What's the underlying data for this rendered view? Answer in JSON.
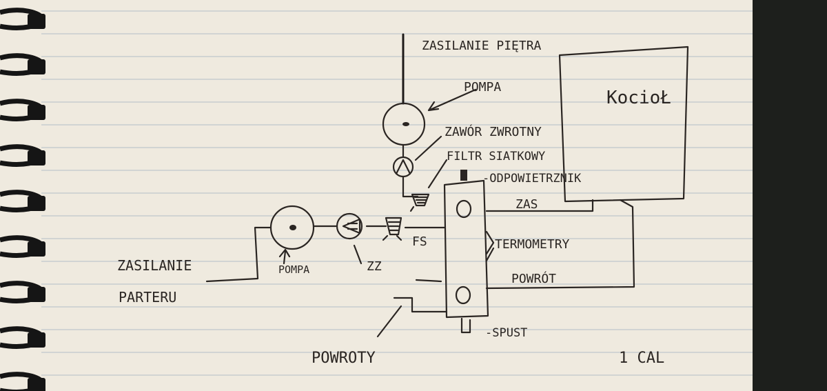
{
  "colors": {
    "paper": "#efeadf",
    "rule_line": "#bfc6cc",
    "ink": "#2a2522",
    "background": "#1d1f1c",
    "spiral": "#151515"
  },
  "labels": {
    "zasilanie_pietra": "ZASILANIE PIĘTRA",
    "kociol": "KocioŁ",
    "pompa_top": "POMPA",
    "zawor_zwrotny": "ZAWÓR ZWROTNY",
    "filtr_siatkowy": "FILTR SIATKOWY",
    "odpowietrznik": "-ODPOWIETRZNIK",
    "zas": "ZAS",
    "termometry": "TERMOMETRY",
    "powrot": "POWRÓT",
    "fs": "FS",
    "zz": "ZZ",
    "pompa_left": "POMPA",
    "zasilanie_parteru_line1": "ZASILANIE",
    "zasilanie_parteru_line2": "PARTERU",
    "powroty": "POWROTY",
    "spust": "-SPUST",
    "rozmiar": "1 CAL"
  }
}
